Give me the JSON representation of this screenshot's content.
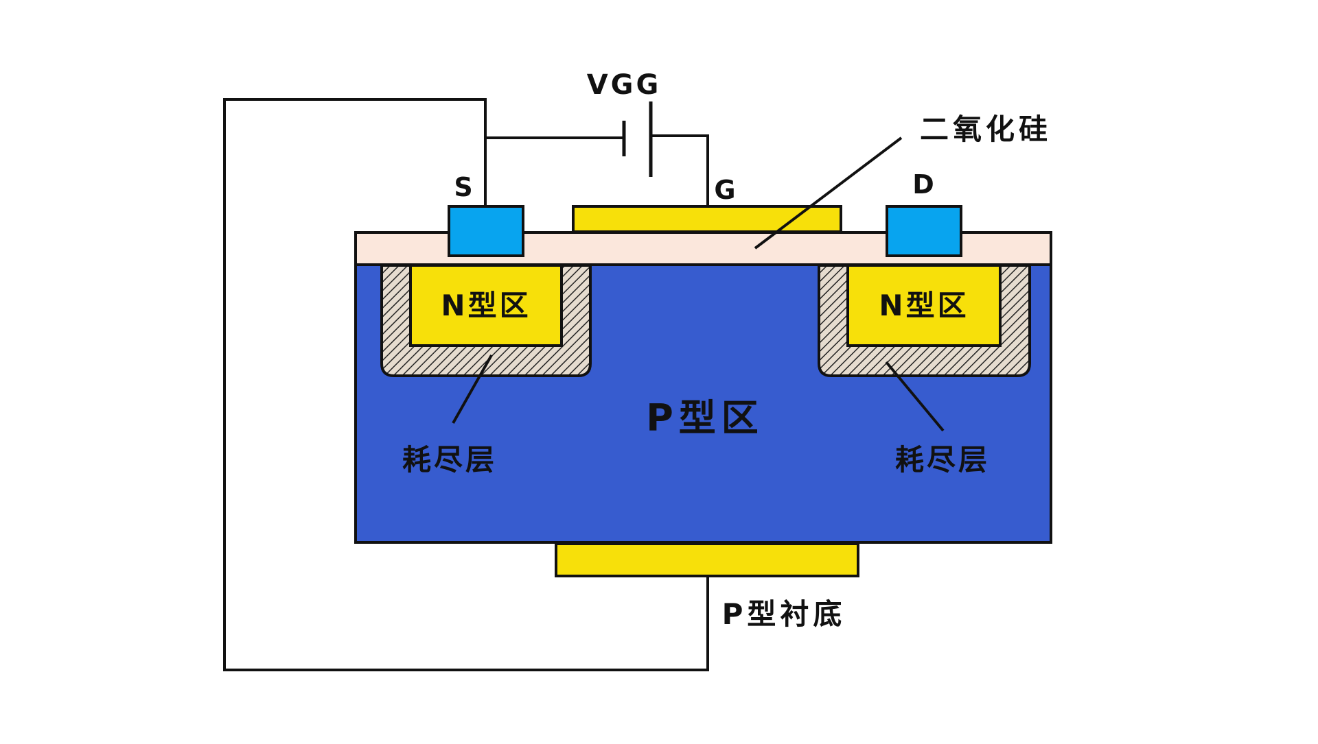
{
  "labels": {
    "vgg": "VGG",
    "source": "S",
    "gate": "G",
    "drain": "D",
    "silicon_dioxide": "二氧化硅",
    "n_region_left": "N型区",
    "n_region_right": "N型区",
    "p_region": "P型区",
    "depletion_left": "耗尽层",
    "depletion_right": "耗尽层",
    "p_substrate": "P型衬底"
  },
  "colors": {
    "p_region": "#375ccf",
    "n_region": "#f7e00a",
    "oxide": "#fbe7dc",
    "electrode": "#08a4ef",
    "gate_metal": "#f7e00a",
    "substrate_metal": "#f7e00a",
    "depletion_hatch": "#d8cdc0",
    "wire": "#111111"
  }
}
